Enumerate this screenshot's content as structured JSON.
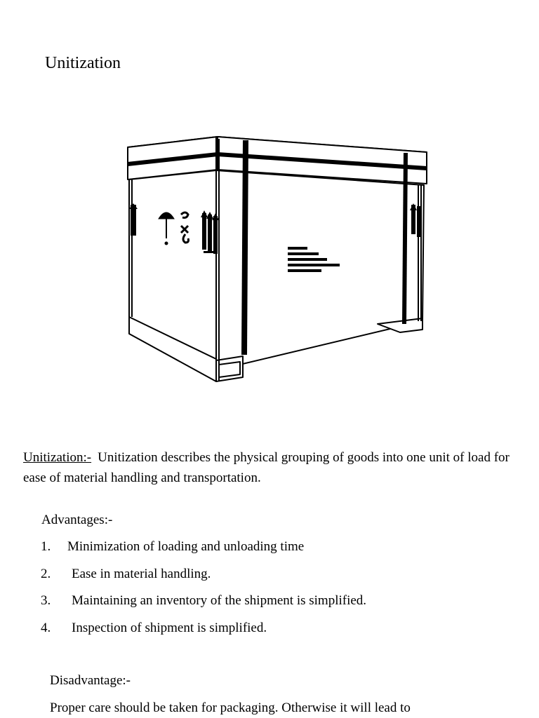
{
  "title": "Unitization",
  "figure": {
    "alt_icon": "wooden-crate-illustration",
    "label_lines": [
      "",
      "",
      "",
      "",
      ""
    ]
  },
  "definition": {
    "term": "Unitization:-",
    "text": "Unitization describes the physical grouping of goods into one unit of load for ease of material handling and transportation."
  },
  "advantages": {
    "heading": "Advantages:-",
    "items": [
      {
        "num": "1.",
        "text": "Minimization of loading and unloading time"
      },
      {
        "num": "2.",
        "text": "Ease in material handling."
      },
      {
        "num": "3.",
        "text": "Maintaining an inventory of the shipment is simplified."
      },
      {
        "num": "4.",
        "text": "Inspection of shipment is simplified."
      }
    ]
  },
  "disadvantage": {
    "heading": "Disadvantage:-",
    "text": "Proper care should be taken for packaging. Otherwise it will lead to"
  }
}
